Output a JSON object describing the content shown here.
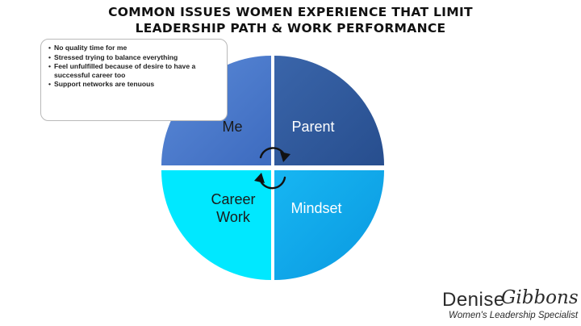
{
  "title": {
    "line1": "COMMON ISSUES WOMEN EXPERIENCE THAT LIMIT",
    "line2": "LEADERSHIP PATH & WORK PERFORMANCE"
  },
  "callout": {
    "items": [
      "No quality time for me",
      "Stressed trying to balance everything",
      "Feel unfulfilled because of desire to have a successful career too",
      "Support networks are tenuous"
    ]
  },
  "diagram": {
    "quadrants": [
      {
        "id": "me",
        "label": "Me",
        "color": "#4a78cc"
      },
      {
        "id": "parent",
        "label": "Parent",
        "color": "#2f5a9e"
      },
      {
        "id": "career",
        "label_line1": "Career",
        "label_line2": "Work",
        "color": "#00e5ff"
      },
      {
        "id": "mindset",
        "label": "Mindset",
        "color": "#0aa8ee"
      }
    ],
    "center_icon": "cycle-arrows-icon"
  },
  "brand": {
    "first": "Denise",
    "last": "Gibbons",
    "tagline": "Women's Leadership Specialist"
  }
}
